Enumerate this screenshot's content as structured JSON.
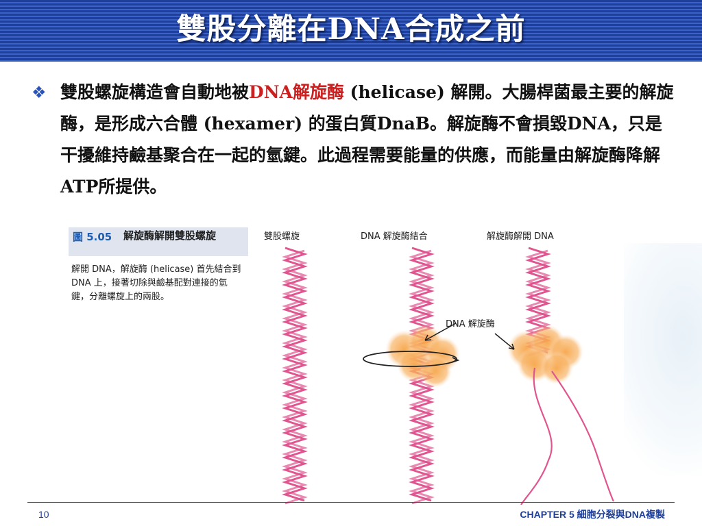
{
  "title": {
    "part1": "雙股分離在",
    "part2": "DNA",
    "part3": "合成之前"
  },
  "body": {
    "bullet": "❖",
    "seg1": "雙股螺旋構造會自動地被",
    "highlight": "DNA解旋酶",
    "seg2": " (helicase) 解開。大腸桿菌最主要的解旋酶，是形成六合體 (hexamer) 的蛋白質DnaB。解旋酶不會損毀DNA，只是干擾維持鹼基聚合在一起的氫鍵。此過程需要能量的供應，而能量由解旋酶降解ATP所提供。"
  },
  "figure": {
    "number": "圖 5.05",
    "title": "解旋酶解開雙股螺旋",
    "caption": "解開 DNA，解旋酶 (helicase) 首先結合到 DNA 上，接著切除與鹼基配對連接的氫鍵，分離螺旋上的兩股。",
    "label_helix": "雙股螺旋",
    "label_bind": "DNA 解旋酶結合",
    "label_unwind": "解旋酶解開 DNA",
    "label_enzyme": "DNA 解旋酶"
  },
  "footer": {
    "page": "10",
    "chapter": "CHAPTER 5 細胞分裂與DNA複製"
  },
  "colors": {
    "title_bg": "#1e3f9a",
    "strand": "#e0558f",
    "enzyme": "#f7a64a",
    "highlight": "#cc1f1f"
  }
}
